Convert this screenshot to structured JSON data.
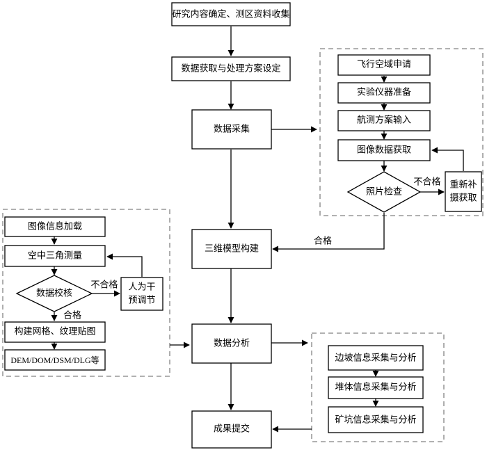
{
  "main": {
    "research": "研究内容确定、测区资料收集",
    "plan": "数据获取与处理方案设定",
    "collect": "数据采集",
    "model": "三维模型构建",
    "analysis": "数据分析",
    "submit": "成果提交"
  },
  "acquisition": {
    "airspace": "飞行空域申请",
    "instrument": "实验仪器准备",
    "flight_plan": "航测方案输入",
    "image": "图像数据获取",
    "check": "照片检查",
    "retake_line1": "重新补",
    "retake_line2": "摄获取",
    "fail_label": "不合格",
    "pass_label": "合格"
  },
  "processing": {
    "load": "图像信息加载",
    "aerotriangulation": "空中三角测量",
    "verify": "数据校核",
    "manual_line1": "人为干",
    "manual_line2": "预调节",
    "mesh": "构建网格、纹理贴图",
    "products": "DEM/DOM/DSM/DLG等",
    "fail_label": "不合格",
    "pass_label": "合格"
  },
  "analysis_group": {
    "slope": "边坡信息采集与分析",
    "stockpile": "堆体信息采集与分析",
    "pit": "矿坑信息采集与分析"
  }
}
